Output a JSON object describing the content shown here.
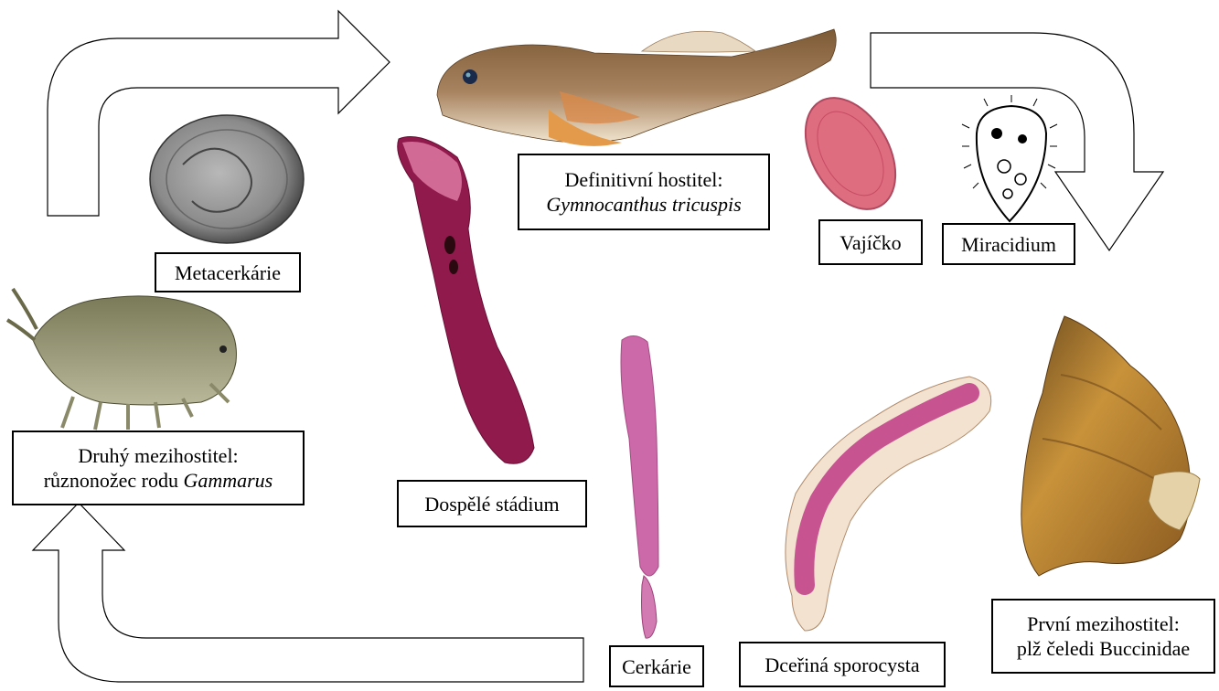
{
  "labels": {
    "definitive_host_line1": "Definitivní hostitel:",
    "definitive_host_species": "Gymnocanthus tricuspis",
    "egg": "Vajíčko",
    "miracidium": "Miracidium",
    "metacercaria": "Metacerkárie",
    "second_host_line1": "Druhý mezihostitel:",
    "second_host_line2_prefix": "různonožec rodu ",
    "second_host_genus": "Gammarus",
    "adult": "Dospělé stádium",
    "cercaria": "Cerkárie",
    "daughter_sporocyst": "Dceřiná sporocysta",
    "first_host_line1": "První mezihostitel:",
    "first_host_line2": "plž čeledi Buccinidae"
  },
  "colors": {
    "arrow_stroke": "#000000",
    "fish_body": "#a77a4e",
    "fish_belly": "#e9d9bf",
    "egg": "#d9546a",
    "adult_worm": "#8f1a4b",
    "cercaria": "#c4509a",
    "sporocyst": "#c03a86",
    "snail_shell": "#c8923a",
    "amphipod": "#8a8a6a",
    "metacercaria_cyst": "#8c8c8c"
  },
  "icons": [
    "fish-photo",
    "egg-photo",
    "miracidium-drawing",
    "metacercaria-photo",
    "amphipod-photo",
    "adult-worm-photo",
    "cercaria-photo",
    "sporocyst-photo",
    "snail-photo"
  ]
}
